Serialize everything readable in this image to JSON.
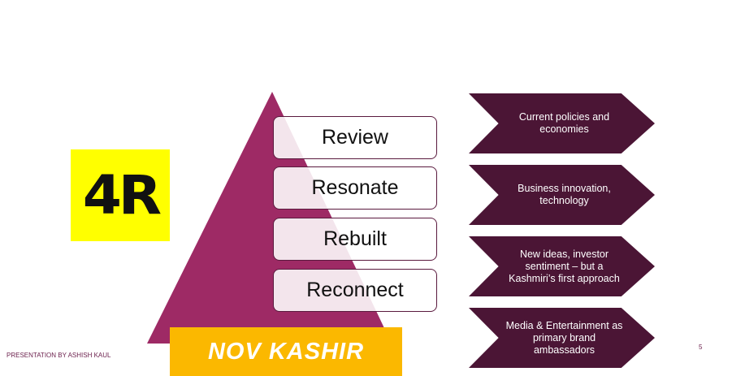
{
  "logo": {
    "text": "4R"
  },
  "pyramid": {
    "levels": [
      "Review",
      "Resonate",
      "Rebuilt",
      "Reconnect"
    ],
    "base_label": "NOV KASHIR"
  },
  "chevrons": [
    "Current policies and economies",
    "Business innovation, technology",
    "New ideas, investor sentiment – but a Kashmiri’s first approach",
    "Media & Entertainment as primary brand ambassadors"
  ],
  "footer": {
    "text": "PRESENTATION BY ASHISH KAUL",
    "page_number": "5"
  },
  "colors": {
    "triangle": "#9e2a65",
    "chevron": "#4b1535",
    "base": "#fbb800",
    "logo_bg": "#ffff00"
  }
}
